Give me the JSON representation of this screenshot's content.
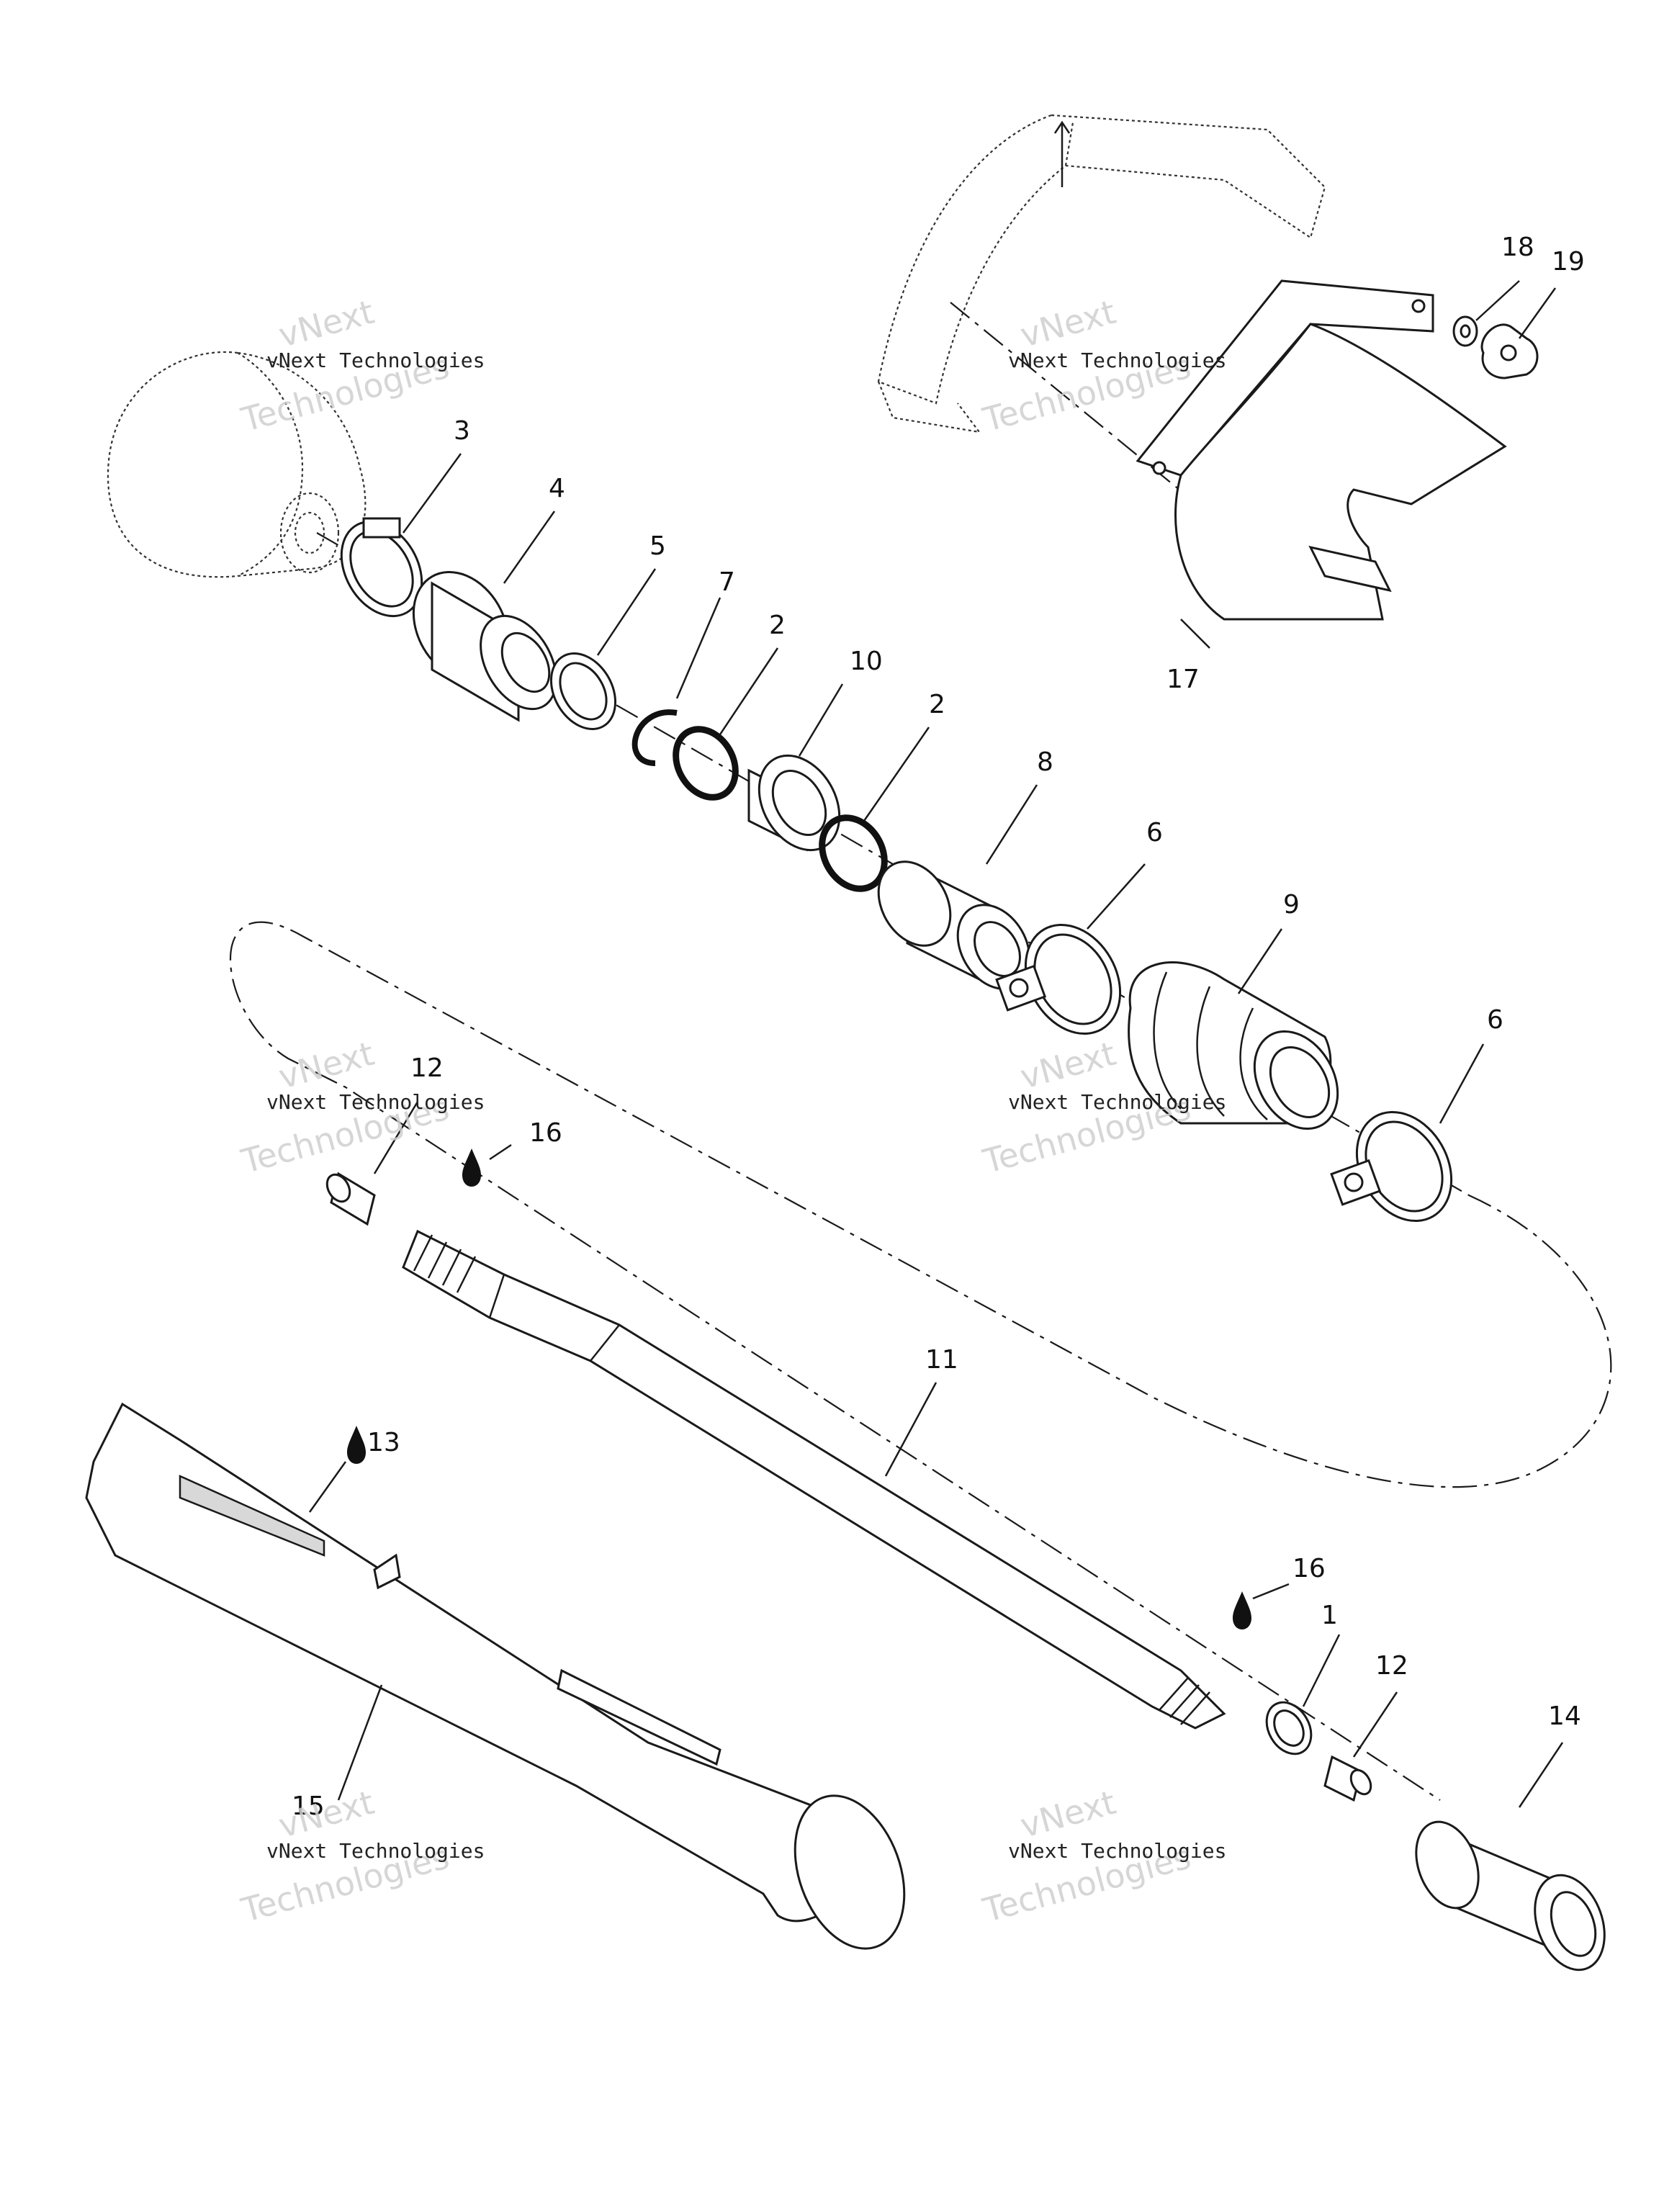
{
  "callouts": {
    "c1": "1",
    "c2a": "2",
    "c2b": "2",
    "c3": "3",
    "c4": "4",
    "c5": "5",
    "c6a": "6",
    "c6b": "6",
    "c7": "7",
    "c8": "8",
    "c9": "9",
    "c10": "10",
    "c11": "11",
    "c12a": "12",
    "c12b": "12",
    "c13": "13",
    "c14": "14",
    "c15": "15",
    "c16a": "16",
    "c16b": "16",
    "c17": "17",
    "c18": "18",
    "c19": "19"
  },
  "watermark": {
    "line1": "vNext Technologies",
    "line2a": "vNext",
    "line2b": "Technologies"
  },
  "icons": {
    "lubricant": "oil-drop-icon"
  }
}
